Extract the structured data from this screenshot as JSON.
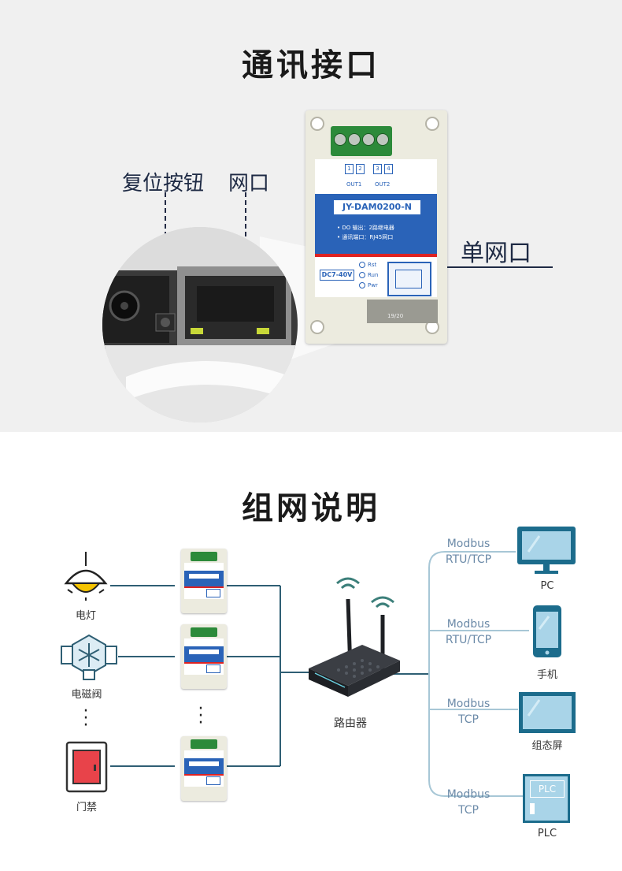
{
  "section1": {
    "title": "通讯接口",
    "labels": {
      "reset": "复位按钮",
      "port": "网口",
      "single_port": "单网口"
    },
    "device": {
      "outputs": [
        "1",
        "2",
        "3",
        "4"
      ],
      "out_labels": [
        "OUT1",
        "OUT2"
      ],
      "model": "JY-DAM0200-N",
      "spec1": "• DO 输出：2路继电器",
      "spec2": "• 通讯端口：RJ45网口",
      "power": "DC7-40V",
      "leds": [
        "Rst",
        "Run",
        "Pwr"
      ],
      "side_mark": "19/20"
    }
  },
  "section2": {
    "title": "组网说明",
    "loads": [
      "电灯",
      "电磁阀",
      "门禁"
    ],
    "router": "路由器",
    "clients": [
      {
        "proto1": "Modbus",
        "proto2": "RTU/TCP",
        "name": "PC"
      },
      {
        "proto1": "Modbus",
        "proto2": "RTU/TCP",
        "name": "手机"
      },
      {
        "proto1": "Modbus",
        "proto2": "TCP",
        "name": "组态屏"
      },
      {
        "proto1": "Modbus",
        "proto2": "TCP",
        "name": "PLC"
      }
    ],
    "plc_screen": "PLC",
    "colors": {
      "line": "#2f5f74",
      "branch": "#a7c7d6",
      "blue": "#2a63b8",
      "device_outline": "#1c6c8c"
    }
  }
}
